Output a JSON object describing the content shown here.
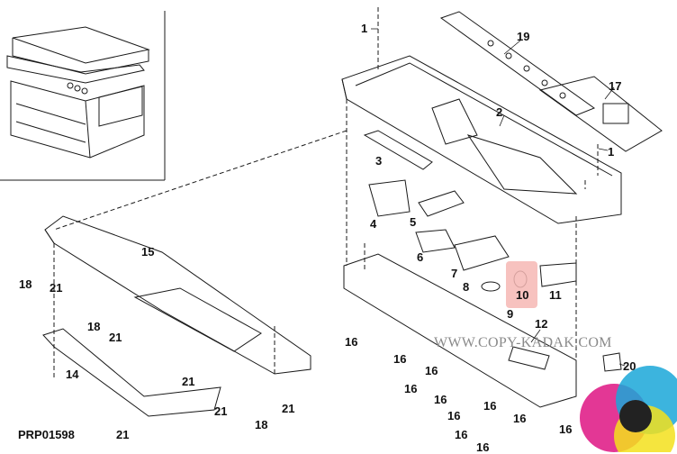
{
  "document": {
    "id": "PRP01598",
    "watermark": "WWW.COPY-KADAK.COM"
  },
  "callouts": [
    {
      "key": "c1a",
      "text": "1"
    },
    {
      "key": "c1b",
      "text": "1"
    },
    {
      "key": "c2",
      "text": "2"
    },
    {
      "key": "c3",
      "text": "3"
    },
    {
      "key": "c4",
      "text": "4"
    },
    {
      "key": "c5",
      "text": "5"
    },
    {
      "key": "c6",
      "text": "6"
    },
    {
      "key": "c7",
      "text": "7"
    },
    {
      "key": "c8",
      "text": "8"
    },
    {
      "key": "c9",
      "text": "9"
    },
    {
      "key": "c10",
      "text": "10"
    },
    {
      "key": "c11",
      "text": "11"
    },
    {
      "key": "c12",
      "text": "12"
    },
    {
      "key": "c14",
      "text": "14"
    },
    {
      "key": "c15",
      "text": "15"
    },
    {
      "key": "c16a",
      "text": "16"
    },
    {
      "key": "c16b",
      "text": "16"
    },
    {
      "key": "c16c",
      "text": "16"
    },
    {
      "key": "c16d",
      "text": "16"
    },
    {
      "key": "c16e",
      "text": "16"
    },
    {
      "key": "c16f",
      "text": "16"
    },
    {
      "key": "c16g",
      "text": "16"
    },
    {
      "key": "c16h",
      "text": "16"
    },
    {
      "key": "c16i",
      "text": "16"
    },
    {
      "key": "c16j",
      "text": "16"
    },
    {
      "key": "c16k",
      "text": "16"
    },
    {
      "key": "c17",
      "text": "17"
    },
    {
      "key": "c18a",
      "text": "18"
    },
    {
      "key": "c18b",
      "text": "18"
    },
    {
      "key": "c18c",
      "text": "18"
    },
    {
      "key": "c19",
      "text": "19"
    },
    {
      "key": "c20",
      "text": "20"
    },
    {
      "key": "c21a",
      "text": "21"
    },
    {
      "key": "c21b",
      "text": "21"
    },
    {
      "key": "c21c",
      "text": "21"
    },
    {
      "key": "c21d",
      "text": "21"
    },
    {
      "key": "c21e",
      "text": "21"
    },
    {
      "key": "c21f",
      "text": "21"
    }
  ],
  "highlighted_part": "10",
  "colors": {
    "line": "#1a1a1a",
    "highlight": "#f6b7b4",
    "watermark": "#8a8a8a"
  }
}
